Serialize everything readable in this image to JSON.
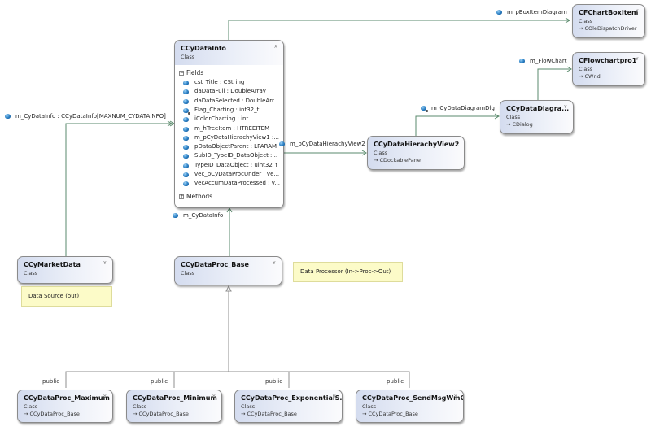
{
  "diagram": {
    "colors": {
      "association_line": "#5a8a6c",
      "inheritance_line": "#8f8f8f",
      "note_fill": "#fcfbc8",
      "field_icon": "#2a7fc4"
    },
    "classes": {
      "cydatainfo": {
        "name": "CCyDataInfo",
        "kind": "Class",
        "toggle": "collapse-icon",
        "fields_label": "Fields",
        "methods_label": "Methods",
        "fields": [
          {
            "text": "cst_Title : CString",
            "icon": "field-icon"
          },
          {
            "text": "daDataFull : DoubleArray",
            "icon": "field-icon"
          },
          {
            "text": "daDataSelected  : DoubleArr...",
            "icon": "field-icon"
          },
          {
            "text": "Flag_Charting : int32_t",
            "icon": "protected-field-icon"
          },
          {
            "text": "iColorCharting : int",
            "icon": "field-icon"
          },
          {
            "text": "m_hTreeItem : HTREEITEM",
            "icon": "field-icon"
          },
          {
            "text": "m_pCyDataHierachyView1  :...",
            "icon": "field-icon"
          },
          {
            "text": "pDataObjectParent : LPARAM",
            "icon": "field-icon"
          },
          {
            "text": "SubID_TypeID_DataObject  :...",
            "icon": "field-icon"
          },
          {
            "text": "TypeID_DataObject : uint32_t",
            "icon": "field-icon"
          },
          {
            "text": "vec_pCyDataProcUnder  : ve...",
            "icon": "field-icon"
          },
          {
            "text": "vecAccumDataProcessed  : v...",
            "icon": "field-icon"
          }
        ]
      },
      "chartboxitem": {
        "name": "CFChartBoxItem",
        "kind": "Class",
        "base": "→ COleDispatchDriver"
      },
      "flowchartpro1": {
        "name": "CFlowchartpro1",
        "kind": "Class",
        "base": "→ CWnd"
      },
      "diagramdlg": {
        "name": "CCyDataDiagra...",
        "kind": "Class",
        "base": "→ CDialog"
      },
      "hierachyview2": {
        "name": "CCyDataHierachyView2",
        "kind": "Class",
        "base": "→ CDockablePane"
      },
      "marketdata": {
        "name": "CCyMarketData",
        "kind": "Class"
      },
      "procbase": {
        "name": "CCyDataProc_Base",
        "kind": "Class"
      },
      "procmax": {
        "name": "CCyDataProc_Maximum",
        "kind": "Class",
        "base": "→ CCyDataProc_Base"
      },
      "procmin": {
        "name": "CCyDataProc_Minimum",
        "kind": "Class",
        "base": "→ CCyDataProc_Base"
      },
      "procexp": {
        "name": "CCyDataProc_ExponentialS...",
        "kind": "Class",
        "base": "→ CCyDataProc_Base"
      },
      "procsend": {
        "name": "CCyDataProc_SendMsgWmC...",
        "kind": "Class",
        "base": "→ CCyDataProc_Base"
      }
    },
    "associations": {
      "boxitem": "m_pBoxItemDiagram",
      "flowchart": "m_FlowChart",
      "diagramdlg": "m_CyDataDiagramDlg",
      "hierachyview": "m_pCyDataHierachyView2",
      "cydatainfo_array": "m_CyDataInfo : CCyDataInfo[MAXNUM_CYDATAINFO]",
      "cydatainfo_ptr": "m_CyDataInfo"
    },
    "notes": {
      "source": "Data Source (out)",
      "processor": "Data Processor (In->Proc->Out)"
    },
    "inheritance_labels": [
      "public",
      "public",
      "public",
      "public"
    ],
    "expand_glyph": "»",
    "collapse_glyph": "«",
    "minus_glyph": "−",
    "plus_glyph": "+"
  }
}
